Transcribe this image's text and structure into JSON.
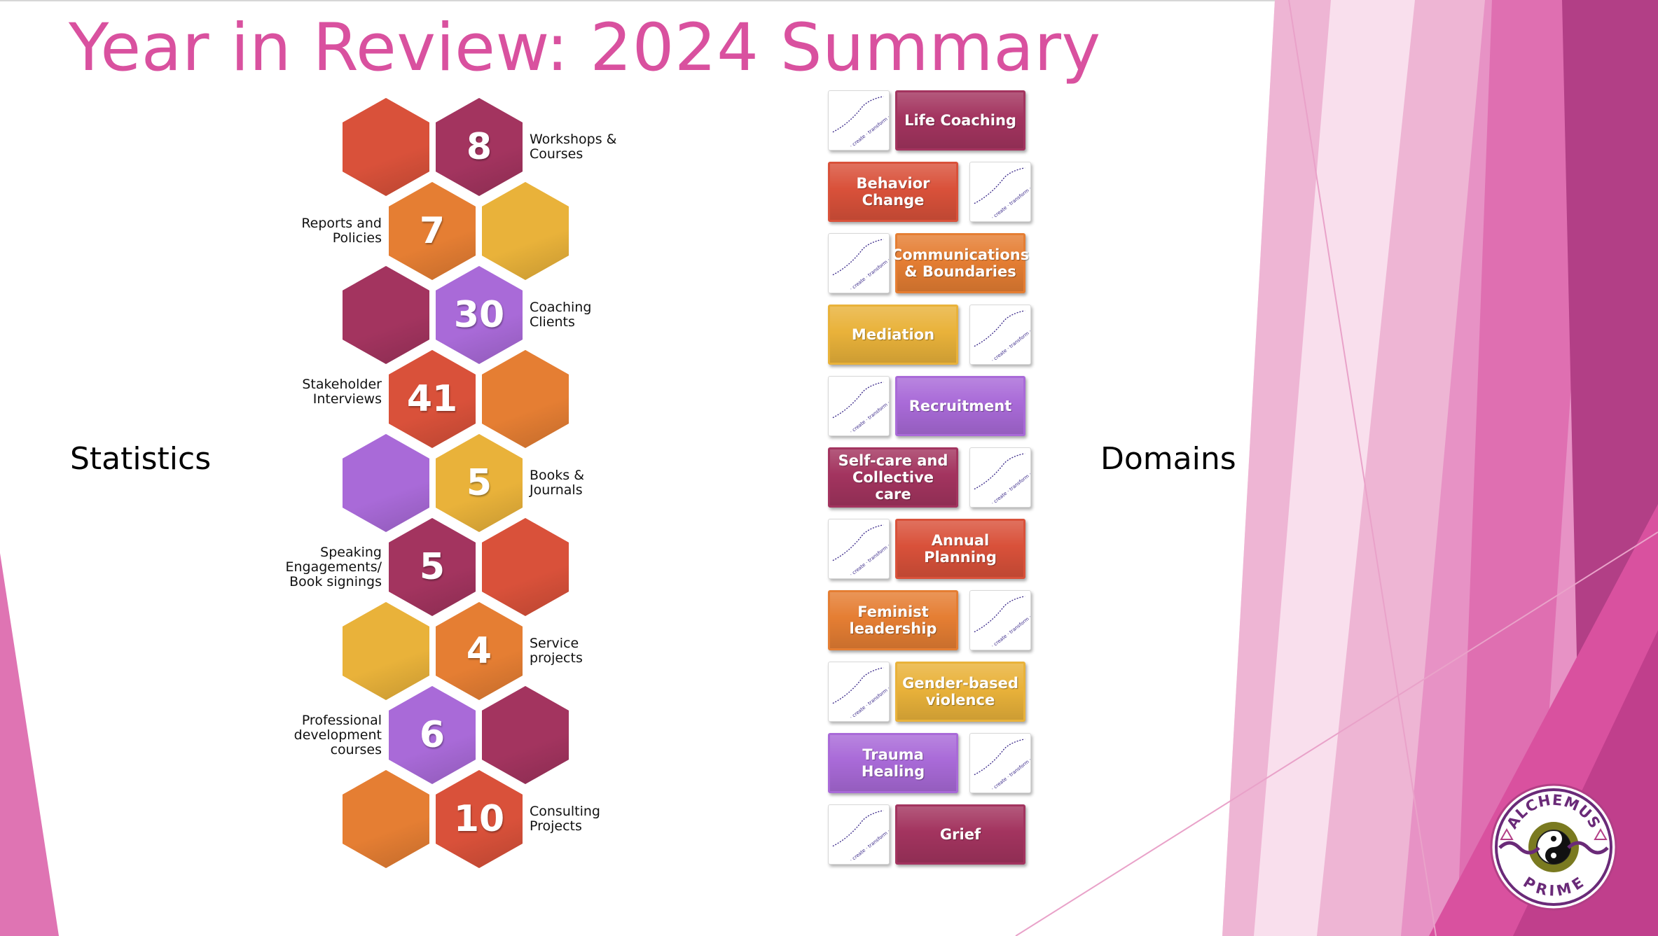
{
  "title": "Year in Review: 2024 Summary",
  "sections": {
    "left": "Statistics",
    "right": "Domains"
  },
  "colors": {
    "pink": "#d9519f",
    "plum": "#a3345f",
    "orange_red": "#d9513a",
    "orange": "#e57e33",
    "gold": "#e9b23a",
    "violet": "#a96ad8",
    "magenta_band": "#b23f86"
  },
  "statistics": [
    {
      "value": "8",
      "label": "Workshops & Courses",
      "color": "#a3345f"
    },
    {
      "value": "7",
      "label": "Reports and Policies",
      "color": "#e57e33"
    },
    {
      "value": "30",
      "label": "Coaching Clients",
      "color": "#a96ad8"
    },
    {
      "value": "41",
      "label": "Stakeholder Interviews",
      "color": "#d9513a"
    },
    {
      "value": "5",
      "label": "Books & Journals",
      "color": "#e9b23a"
    },
    {
      "value": "5",
      "label": "Speaking Engagements/ Book signings",
      "color": "#a3345f"
    },
    {
      "value": "4",
      "label": "Service projects",
      "color": "#e57e33"
    },
    {
      "value": "6",
      "label": "Professional development courses",
      "color": "#a96ad8"
    },
    {
      "value": "10",
      "label": "Consulting Projects",
      "color": "#d9513a"
    }
  ],
  "filler_hex_colors": [
    "#d9513a",
    "#e9b23a",
    "#a3345f",
    "#e57e33",
    "#a96ad8",
    "#d9513a",
    "#e9b23a",
    "#a3345f",
    "#e57e33"
  ],
  "domains": [
    {
      "label": "Life Coaching",
      "color": "#a3345f"
    },
    {
      "label": "Behavior Change",
      "color": "#d9513a"
    },
    {
      "label": "Communications & Boundaries",
      "color": "#e57e33"
    },
    {
      "label": "Mediation",
      "color": "#e9b23a"
    },
    {
      "label": "Recruitment",
      "color": "#a96ad8"
    },
    {
      "label": "Self-care and Collective care",
      "color": "#a3345f"
    },
    {
      "label": "Annual Planning",
      "color": "#d9513a"
    },
    {
      "label": "Feminist leadership",
      "color": "#e57e33"
    },
    {
      "label": "Gender-based violence",
      "color": "#e9b23a"
    },
    {
      "label": "Trauma Healing",
      "color": "#a96ad8"
    },
    {
      "label": "Grief",
      "color": "#a3345f"
    }
  ],
  "logo": {
    "top_text": "ALCHEMUS",
    "bottom_text": "PRIME"
  }
}
